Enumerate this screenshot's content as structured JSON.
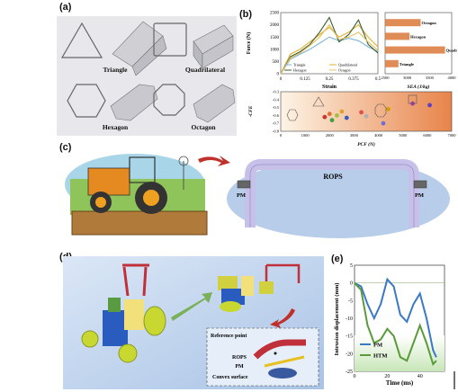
{
  "panels": {
    "a": {
      "label": "(a)",
      "shapes": [
        "Triangle",
        "Quadrilateral",
        "Hexagon",
        "Octagon"
      ]
    },
    "b": {
      "label": "(b)"
    },
    "c": {
      "label": "(c)",
      "rops_label": "ROPS",
      "pm_left": "PM",
      "pm_right": "PM"
    },
    "d": {
      "label": "(d)",
      "inset": {
        "reference_point": "Reference point",
        "rops": "ROPS",
        "pm": "PM",
        "convex_surface": "Convex surface"
      }
    },
    "e": {
      "label": "(e)"
    }
  },
  "chart_data": [
    {
      "id": "force-strain",
      "type": "line",
      "xlabel": "Strain",
      "ylabel": "Force (N)",
      "xlim": [
        0,
        0.5
      ],
      "ylim": [
        0,
        2500
      ],
      "xticks": [
        "0",
        "0.125",
        "0.25",
        "0.375",
        "0.5"
      ],
      "yticks": [
        "0",
        "500",
        "1000",
        "1500",
        "2000",
        "2500"
      ],
      "legend": "bottom-left",
      "series": [
        {
          "name": "Triangle",
          "color": "#7fb3d9",
          "x": [
            0,
            0.05,
            0.1,
            0.15,
            0.2,
            0.25,
            0.3,
            0.35,
            0.4,
            0.45,
            0.5
          ],
          "y": [
            0,
            600,
            800,
            1000,
            1250,
            1500,
            1350,
            1450,
            1350,
            1100,
            900
          ]
        },
        {
          "name": "Quadrilateral",
          "color": "#e0b030",
          "x": [
            0,
            0.05,
            0.1,
            0.15,
            0.2,
            0.25,
            0.3,
            0.35,
            0.4,
            0.45,
            0.5
          ],
          "y": [
            0,
            800,
            1000,
            1300,
            1600,
            1900,
            1500,
            1700,
            2000,
            1500,
            1100
          ]
        },
        {
          "name": "Hexagon",
          "color": "#3a5f2a",
          "x": [
            0,
            0.05,
            0.1,
            0.15,
            0.2,
            0.25,
            0.3,
            0.35,
            0.4,
            0.45,
            0.5
          ],
          "y": [
            0,
            700,
            900,
            1200,
            1700,
            2300,
            1300,
            1600,
            2200,
            1200,
            850
          ]
        },
        {
          "name": "Octagon",
          "color": "#e8c060",
          "x": [
            0,
            0.05,
            0.1,
            0.15,
            0.2,
            0.25,
            0.3,
            0.35,
            0.4,
            0.45,
            0.5
          ],
          "y": [
            0,
            650,
            850,
            1150,
            1500,
            2000,
            1400,
            1500,
            1700,
            1300,
            950
          ]
        }
      ]
    },
    {
      "id": "sea-bars",
      "type": "bar",
      "xlabel": "SEA (J/kg)",
      "xlim": [
        2500,
        4000
      ],
      "xticks": [
        "2500",
        "3000",
        "3500",
        "4000"
      ],
      "categories": [
        "Octagon",
        "Hexagon",
        "Quadrilateral",
        "Triangle"
      ],
      "values": [
        3300,
        3050,
        3850,
        2800
      ]
    },
    {
      "id": "cfe-pcf",
      "type": "scatter",
      "xlabel": "PCF (N)",
      "ylabel": "-CFE",
      "xlim": [
        0,
        7000
      ],
      "ylim": [
        -0.8,
        -0.3
      ],
      "xticks": [
        "0",
        "1000",
        "2000",
        "3000",
        "4000",
        "5000",
        "6000",
        "7000"
      ],
      "yticks": [
        "-0.3",
        "-0.4",
        "-0.5",
        "-0.6",
        "-0.7",
        "-0.8"
      ],
      "points": [
        {
          "x": 1800,
          "y": -0.62,
          "color": "#d03030"
        },
        {
          "x": 2000,
          "y": -0.58,
          "color": "#e07030"
        },
        {
          "x": 2100,
          "y": -0.66,
          "color": "#40a040"
        },
        {
          "x": 2300,
          "y": -0.6,
          "color": "#a0c040"
        },
        {
          "x": 2500,
          "y": -0.55,
          "color": "#e0a030"
        },
        {
          "x": 2700,
          "y": -0.63,
          "color": "#3060c0"
        },
        {
          "x": 3300,
          "y": -0.56,
          "color": "#e05050"
        },
        {
          "x": 3500,
          "y": -0.61,
          "color": "#b0b0b0"
        },
        {
          "x": 4200,
          "y": -0.7,
          "color": "#7070d0"
        },
        {
          "x": 4400,
          "y": -0.52,
          "color": "#d0a000"
        },
        {
          "x": 5400,
          "y": -0.45,
          "color": "#a040a0"
        },
        {
          "x": 6100,
          "y": -0.47,
          "color": "#6040c0"
        }
      ]
    },
    {
      "id": "intrusion",
      "type": "line",
      "xlabel": "Time (ms)",
      "ylabel": "Intrusion displacement (mm)",
      "xlim": [
        0,
        55
      ],
      "ylim": [
        -25,
        5
      ],
      "xticks": [
        "0",
        "20",
        "40"
      ],
      "yticks": [
        "5",
        "0",
        "-5",
        "-10",
        "-15",
        "-20",
        "-25"
      ],
      "legend": "bottom-left",
      "series": [
        {
          "name": "PM",
          "color": "#3a78c8",
          "x": [
            0,
            4,
            8,
            12,
            16,
            20,
            24,
            28,
            32,
            36,
            40,
            44,
            48,
            50
          ],
          "y": [
            0,
            -1,
            -6,
            -10,
            -6,
            1,
            -1,
            -9,
            -11,
            -6,
            -3,
            -10,
            -19,
            -21
          ]
        },
        {
          "name": "HTM",
          "color": "#5a9a3a",
          "x": [
            0,
            4,
            8,
            12,
            16,
            20,
            24,
            28,
            32,
            36,
            40,
            44,
            48,
            50
          ],
          "y": [
            0,
            -2,
            -12,
            -17,
            -16,
            -13,
            -15,
            -21,
            -22,
            -17,
            -12,
            -17,
            -23,
            -22
          ]
        }
      ]
    }
  ]
}
